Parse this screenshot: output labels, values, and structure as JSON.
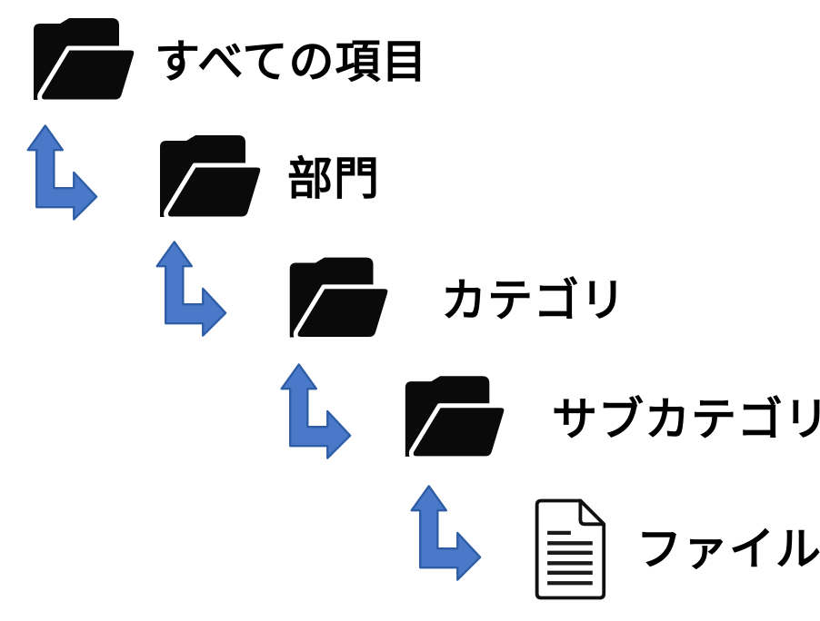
{
  "background": "#ffffff",
  "label_color": "#000000",
  "icon_color": "#0a0a0a",
  "arrow": {
    "fill": "#4b79c9",
    "stroke": "#2e5da6"
  },
  "levels": [
    {
      "label": "すべての項目",
      "icon": "open-folder"
    },
    {
      "label": "部門",
      "icon": "open-folder"
    },
    {
      "label": "カテゴリ",
      "icon": "open-folder"
    },
    {
      "label": "サブカテゴリ",
      "icon": "open-folder"
    },
    {
      "label": "ファイル",
      "icon": "document"
    }
  ]
}
